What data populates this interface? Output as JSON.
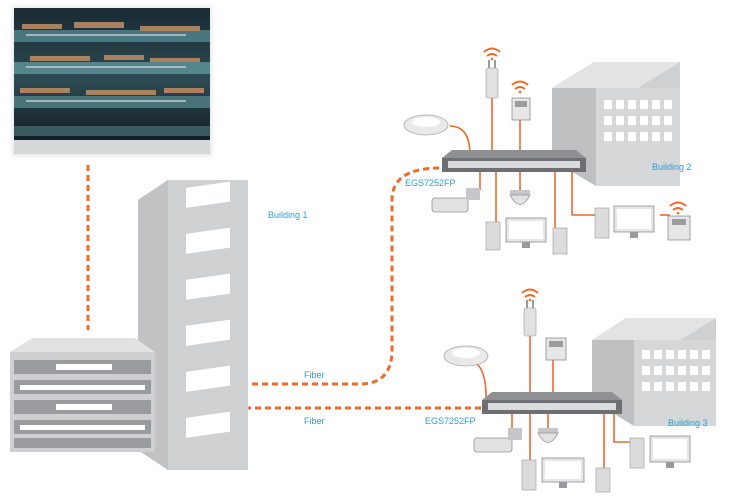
{
  "labels": {
    "building1": "Building 1",
    "building2": "Building 2",
    "building3": "Building 3",
    "switch_top": "EGS7252FP",
    "switch_bottom": "EGS7252FP",
    "fiber_top": "Fiber",
    "fiber_bottom": "Fiber"
  },
  "colors": {
    "link": "#f06a2c",
    "label": "#2aa0d6",
    "building": "#c9cacc",
    "device": "#dcdcdc"
  },
  "icons": {
    "photo": "patch-panel-photo",
    "access_point": "access-point-icon",
    "wifi": "wifi-icon",
    "phone": "ip-phone-icon",
    "camera": "bullet-camera-icon",
    "dome": "dome-camera-icon",
    "pc": "desktop-pc-icon"
  }
}
